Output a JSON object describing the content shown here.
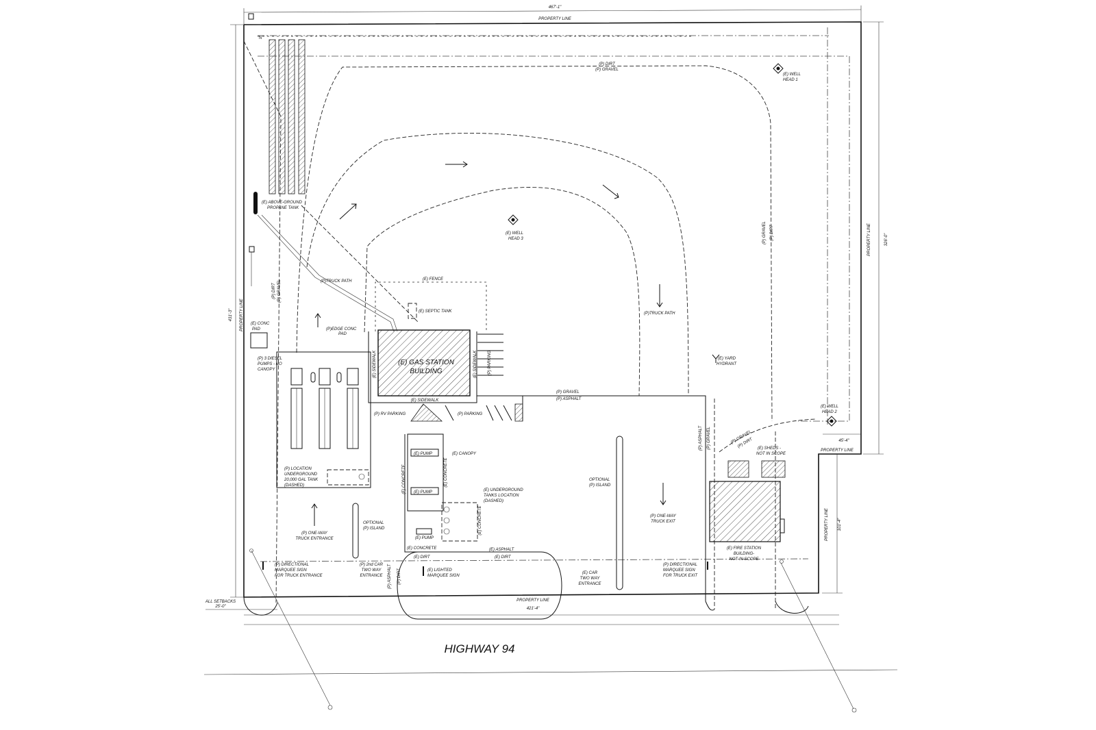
{
  "dimensions": {
    "top": "467'-1\"",
    "right_upper": "326'-0\"",
    "right_lower": "101'-4\"",
    "right_offset": "45'-4\"",
    "left": "431'-3\"",
    "bottom": "421'-4\"",
    "setbacks_line1": "ALL SETBACKS",
    "setbacks_line2": "25'-0\""
  },
  "property": {
    "top": "PROPERTY LINE",
    "left": "PROPERTY LINE",
    "right": "PROPERTY LINE",
    "right_step": "PROPERTY LINE",
    "right_lower": "PROPERTY LINE",
    "bottom": "PROPERTY LINE"
  },
  "highway": "HIGHWAY 94",
  "markers": {
    "north": "N"
  },
  "buildings": {
    "gas_station_line1": "(E) GAS STATION",
    "gas_station_line2": "BUILDING",
    "fire_station_line1": "(E) FIRE STATION",
    "fire_station_line2": "BUILDING-",
    "fire_station_line3": "NOT IN SCOPE"
  },
  "labels": {
    "dirt_top": "(P) DIRT",
    "gravel_top": "(P) GRAVEL",
    "well1_line1": "(E) WELL",
    "well1_line2": "HEAD 1",
    "well2_line1": "(E) WELL",
    "well2_line2": "HEAD 2",
    "well3_line1": "(E) WELL",
    "well3_line2": "HEAD 3",
    "propane_line1": "(E) ABOVE-GROUND",
    "propane_line2": "PROPANE TANK",
    "truck_path_1": "(P)TRUCK PATH",
    "truck_path_2": "(P)TRUCK PATH",
    "fence": "(E) FENCE",
    "septic": "(E) SEPTIC TANK",
    "dirt_left": "(P) DIRT",
    "gravel_left": "(P) GRAVEL",
    "conc_pad_line1": "(E) CONC",
    "conc_pad_line2": "PAD",
    "edge_conc_line1": "(P)EDGE CONC",
    "edge_conc_line2": "PAD",
    "diesel_line1": "(P) 3 DIESEL",
    "diesel_line2": "PUMPS - NO",
    "diesel_line3": "CANOPY",
    "sidewalk_left": "(E) SIDEWALK",
    "sidewalk_right": "(E) SIDEWALK",
    "sidewalk_bottom": "(E) SIDEWALK",
    "parking_right": "(P) PARKING",
    "gravel_mid": "(P) GRAVEL",
    "asphalt_mid": "(P) ASPHALT",
    "rv_parking": "(P) RV PARKING",
    "parking_lower": "(P) PARKING",
    "gravel_right": "(P) GRAVEL",
    "dirt_right": "(P) DIRT",
    "yard_hydrant_line1": "(E) YARD",
    "yard_hydrant_line2": "HYDRANT",
    "canopy": "(E) CANOPY",
    "pump_1": "(E) PUMP",
    "pump_2": "(E) PUMP",
    "pump_3": "(E) PUMP",
    "concrete_v1": "(E) CONCRETE",
    "concrete_v2": "(E) CONCRETE",
    "concrete_v3": "(E) CONCRETE",
    "concrete_h": "(E) CONCRETE",
    "ug_tanks_line1": "(E) UNDERGROUND",
    "ug_tanks_line2": "TANKS LOCATION",
    "ug_tanks_line3": "(DASHED)",
    "ug_proposed_line1": "(P) LOCATION",
    "ug_proposed_line2": "UNDERGROUND",
    "ug_proposed_line3": "20,000 GAL TANK",
    "ug_proposed_line4": "(DASHED)",
    "island_right_line1": "OPTIONAL",
    "island_right_line2": "(P) ISLAND",
    "island_left_line1": "OPTIONAL",
    "island_left_line2": "(P) ISLAND",
    "truck_entrance_line1": "(P) ONE-WAY",
    "truck_entrance_line2": "TRUCK ENTRANCE",
    "truck_exit_line1": "(P) ONE-WAY",
    "truck_exit_line2": "TRUCK EXIT",
    "asphalt_bottom": "(E) ASPHALT",
    "dirt_bottom_left": "(E) DIRT",
    "dirt_bottom_right": "(E) DIRT",
    "asphalt_v_right": "(P) ASPHALT",
    "gravel_v_right": "(P) GRAVEL",
    "gravel_diag": "(P) GRAVEL",
    "dirt_diag": "(P) DIRT",
    "sheds_line1": "(E) SHEDS -",
    "sheds_line2": "NOT IN SCOPE",
    "marquee_left_line1": "(P) DIRECTIONAL",
    "marquee_left_line2": "MARQUEE SIGN",
    "marquee_left_line3": "FOR TRUCK ENTRANCE",
    "second_car_line1": "(P) 2nd CAR",
    "second_car_line2": "TWO WAY",
    "second_car_line3": "ENTRANCE",
    "asphalt_v_bottom": "(P) ASPHALT",
    "dirt_v_bottom": "(P) DIRT",
    "lighted_line1": "(E) LIGHTED",
    "lighted_line2": "MARQUEE SIGN",
    "car_entrance_line1": "(E) CAR",
    "car_entrance_line2": "TWO WAY",
    "car_entrance_line3": "ENTRANCE",
    "marquee_right_line1": "(P) DIRECTIONAL",
    "marquee_right_line2": "MARQUEE SIGN",
    "marquee_right_line3": "FOR TRUCK EXIT",
    "gravel_vert_right": "(P) GRAVEL",
    "dirt_vert_right": "(P) DIRT"
  }
}
